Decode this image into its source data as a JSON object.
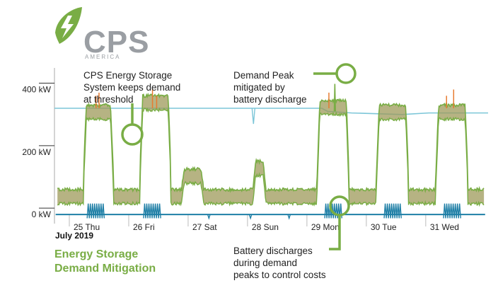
{
  "brand": {
    "logo_text": "CPS",
    "logo_subtext": "AMERICA",
    "leaf_color": "#79ad45",
    "text_color": "#9a9ea3"
  },
  "caption": {
    "line1": "Energy Storage",
    "line2": "Demand Mitigation",
    "color": "#79ad45"
  },
  "annotations": {
    "storage_threshold": [
      "CPS Energy Storage",
      "System keeps demand",
      "at threshold"
    ],
    "demand_peak": [
      "Demand Peak",
      "mitigated by",
      "battery discharge"
    ],
    "battery_discharge": [
      "Battery discharges",
      "during demand",
      "peaks to control costs"
    ]
  },
  "chart_data": {
    "type": "line",
    "xlabel": "",
    "ylabel": "",
    "month_label": "July 2019",
    "x_ticks": [
      "25 Thu",
      "26 Fri",
      "27 Sat",
      "28 Sun",
      "29 Mon",
      "30 Tue",
      "31 Wed"
    ],
    "xlim": [
      0,
      7.3
    ],
    "y_ticks": [
      {
        "label": "0 kW",
        "value": 0
      },
      {
        "label": "200 kW",
        "value": 200
      },
      {
        "label": "400 kW",
        "value": 400
      }
    ],
    "ylim": [
      -20,
      460
    ],
    "threshold_breakpoints": [
      {
        "x": 0.0,
        "y": 340
      },
      {
        "x": 4.5,
        "y": 340
      },
      {
        "x": 4.6,
        "y": 330
      },
      {
        "x": 5.0,
        "y": 325
      },
      {
        "x": 5.85,
        "y": 320
      },
      {
        "x": 6.3,
        "y": 325
      },
      {
        "x": 7.3,
        "y": 325
      }
    ],
    "series": [
      {
        "kind": "site_demand",
        "color": "#79ad45",
        "band_color": "#9e9a5a",
        "spike_color": "#e77b30",
        "days": [
          {
            "start": 0.55,
            "end": 0.93,
            "peak": 330,
            "base": 120
          },
          {
            "start": 1.5,
            "end": 1.9,
            "peak": 360,
            "base": 130
          },
          {
            "start": 2.2,
            "end": 2.45,
            "peak": 125,
            "base": 70
          },
          {
            "start": 3.4,
            "end": 3.5,
            "peak": 150,
            "base": 60
          },
          {
            "start": 4.48,
            "end": 4.9,
            "peak": 345,
            "base": 90
          },
          {
            "start": 5.48,
            "end": 5.9,
            "peak": 330,
            "base": 110
          },
          {
            "start": 6.48,
            "end": 6.9,
            "peak": 330,
            "base": 110
          }
        ],
        "demand_peak": {
          "x": 4.72,
          "y": 418
        }
      },
      {
        "kind": "battery_discharge",
        "color": "#1f7fa6",
        "active_days": [
          0.55,
          1.5,
          4.55,
          5.55,
          6.55
        ],
        "amplitude": 35
      }
    ],
    "colors": {
      "threshold": "#7cc6d8",
      "battery": "#1f7fa6",
      "demand": "#79ad45",
      "callout": "#79ad45",
      "axis": "#888888"
    }
  }
}
